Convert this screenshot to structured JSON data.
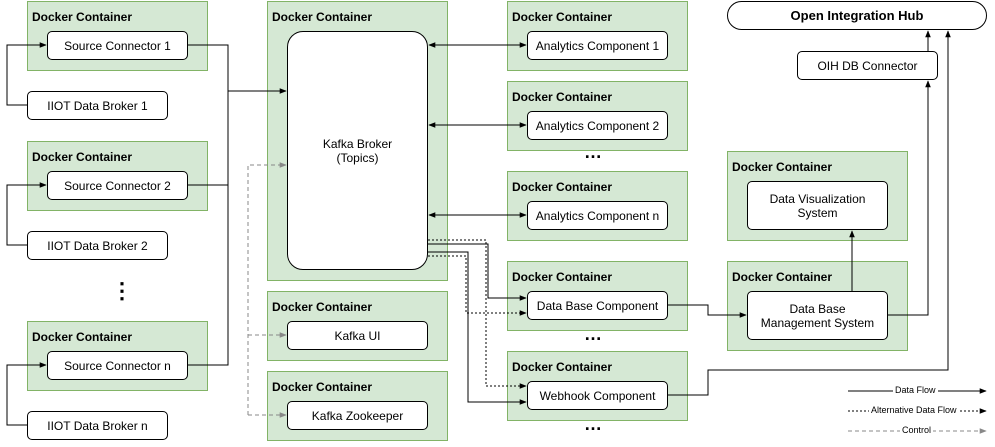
{
  "container_title": "Docker Container",
  "hub": {
    "label": "Open Integration Hub"
  },
  "source_connectors": [
    "Source Connector 1",
    "Source Connector 2",
    "Source Connector n"
  ],
  "iiot_brokers": [
    "IIOT Data Broker 1",
    "IIOT Data Broker 2",
    "IIOT Data Broker n"
  ],
  "kafka_broker": {
    "label": "Kafka Broker\n(Topics)"
  },
  "kafka_ui": {
    "label": "Kafka UI"
  },
  "kafka_zookeeper": {
    "label": "Kafka Zookeeper"
  },
  "analytics_components": [
    "Analytics Component 1",
    "Analytics Component 2",
    "Analytics Component n"
  ],
  "database_component": {
    "label": "Data Base Component"
  },
  "webhook_component": {
    "label": "Webhook Component"
  },
  "oih_db_connector": {
    "label": "OIH DB Connector"
  },
  "data_visualization": {
    "label": "Data Visualization\nSystem"
  },
  "dbms": {
    "label": "Data Base\nManagement System"
  },
  "ellipsis": "…",
  "vertical_ellipsis": "⋮",
  "legend": {
    "data_flow": "Data Flow",
    "alternative_data_flow": "Alternative Data Flow",
    "control": "Control"
  }
}
